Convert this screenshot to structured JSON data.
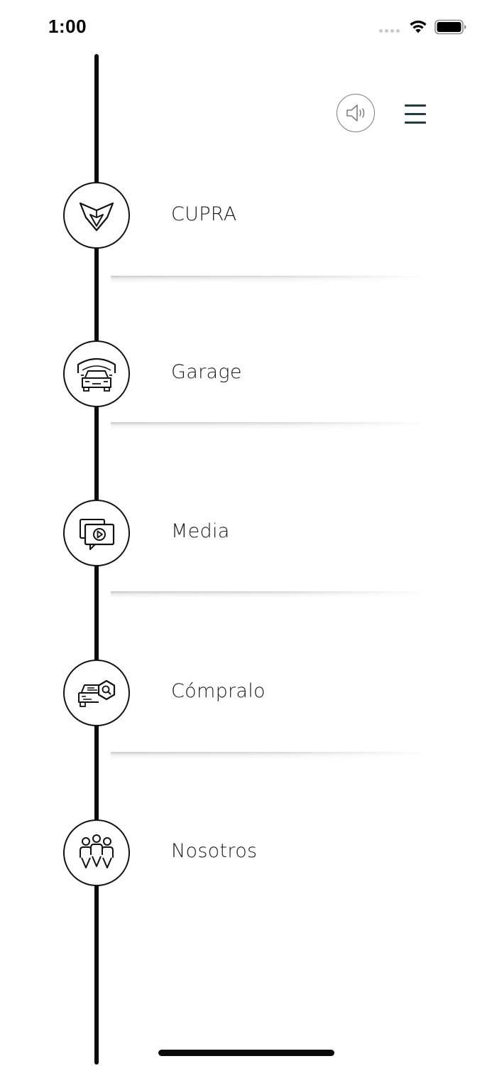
{
  "status_bar": {
    "time": "1:00",
    "icons": [
      "signal-dots-icon",
      "wifi-icon",
      "battery-icon"
    ]
  },
  "header": {
    "sound_icon": "speaker-icon",
    "menu_icon": "hamburger-menu-icon"
  },
  "menu": {
    "items": [
      {
        "label": "CUPRA",
        "icon": "cupra-logo-icon"
      },
      {
        "label": "Garage",
        "icon": "garage-car-icon"
      },
      {
        "label": "Media",
        "icon": "media-play-icon"
      },
      {
        "label": "Cómpralo",
        "icon": "car-search-icon"
      },
      {
        "label": "Nosotros",
        "icon": "people-group-icon"
      }
    ]
  },
  "colors": {
    "timeline": "#0d0d0d",
    "menu_icon": "#1e3c46",
    "sound_ring": "#7d7d7d",
    "background": "#ffffff"
  }
}
